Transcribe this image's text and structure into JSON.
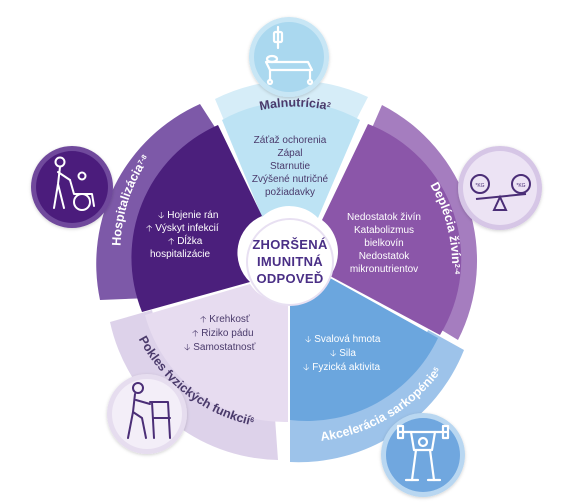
{
  "center": {
    "line1": "ZHORŠENÁ",
    "line2": "IMUNITNÁ",
    "line3": "ODPOVEĎ"
  },
  "segments": {
    "malnutricia": {
      "label": "Malnutrícia",
      "sup": "2",
      "items": [
        "Záťaž ochorenia",
        "Zápal",
        "Starnutie",
        "Zvýšené nutričné",
        "požiadavky"
      ],
      "color_inner": "#bfe3f3",
      "color_ring": "#d9eff8",
      "icon": "hospital-bed-icon"
    },
    "deplecia": {
      "label": "Deplécia živín",
      "sup": "2-4",
      "items": [
        "Nedostatok živín",
        "Katabolizmus",
        "bielkovín",
        "Nedostatok",
        "mikronutrientov"
      ],
      "color_inner": "#8a55a8",
      "color_ring": "#a77bbd",
      "icon": "scale-weight-icon",
      "icon_left": "*KG",
      "icon_right": "*KG"
    },
    "sarkopenia": {
      "label": "Akcelerácia sarkopénie",
      "sup": "5",
      "items": [
        {
          "arrow": "down",
          "text": "Svalová hmota"
        },
        {
          "arrow": "down",
          "text": "Sila"
        },
        {
          "arrow": "down",
          "text": "Fyzická aktivita"
        }
      ],
      "color_inner": "#6aa5dd",
      "color_ring": "#9cc4ea",
      "icon": "weightlifter-icon"
    },
    "pokles": {
      "label": "Pokles fyzických funkcií",
      "sup": "6",
      "items": [
        {
          "arrow": "up",
          "text": "Krehkosť"
        },
        {
          "arrow": "up",
          "text": "Riziko pádu"
        },
        {
          "arrow": "down",
          "text": "Samostatnosť"
        }
      ],
      "color_inner": "#e6dcef",
      "color_ring": "#ded3ea",
      "icon": "elderly-walker-icon"
    },
    "hospitalizacia": {
      "label": "Hospitalizácia",
      "sup": "7-8",
      "items": [
        {
          "arrow": "down",
          "text": "Hojenie rán"
        },
        {
          "arrow": "up",
          "text": "Výskyt infekcií"
        },
        {
          "arrow": "up",
          "text": "Dĺžka"
        },
        {
          "arrow": "",
          "text": "hospitalizácie"
        }
      ],
      "color_inner": "#4b1f7c",
      "color_ring": "#7a55a5",
      "icon": "wheelchair-caregiver-icon"
    }
  },
  "arrows": {
    "up": "🡡",
    "down": "🡣"
  }
}
